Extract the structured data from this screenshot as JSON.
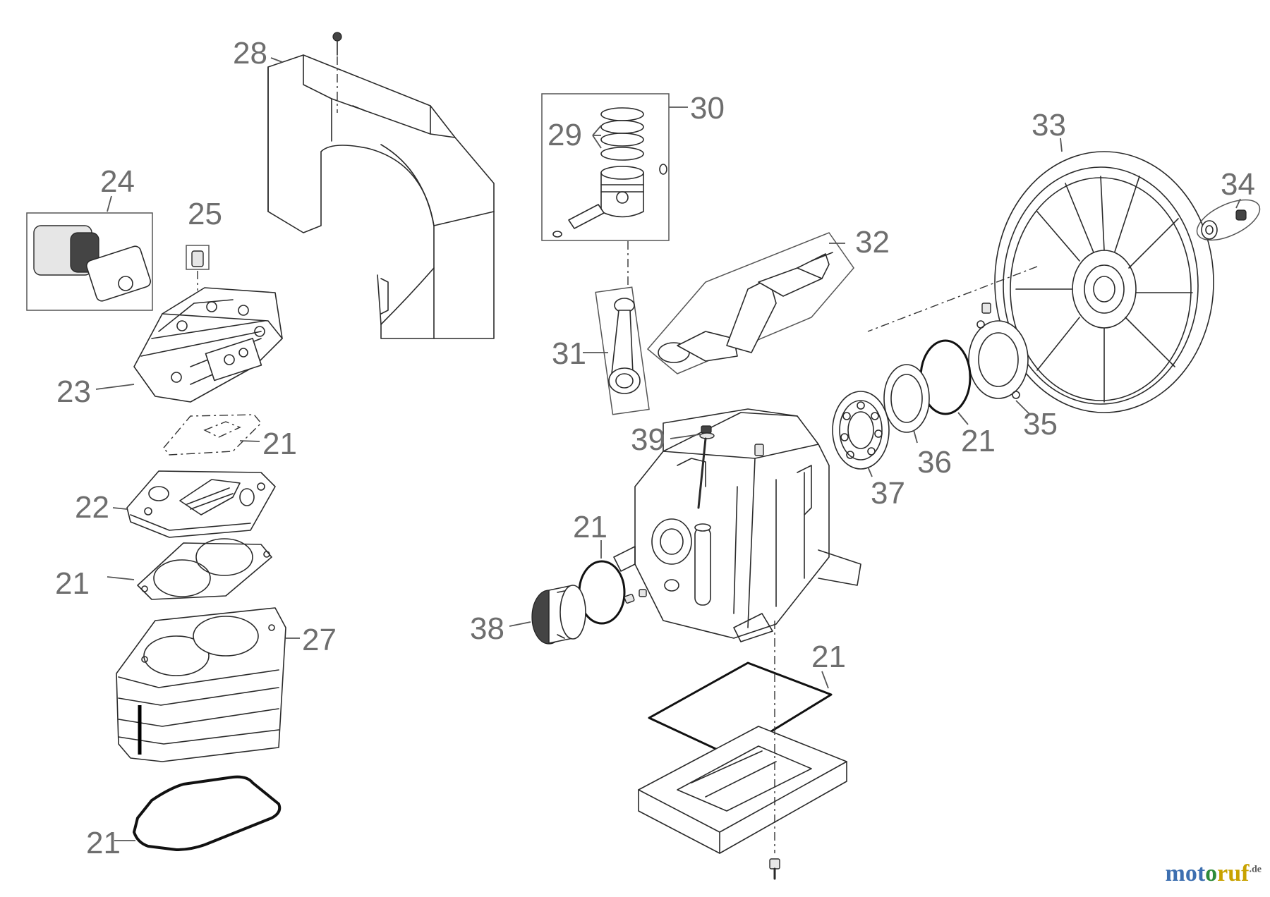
{
  "labels": {
    "p21a": "21",
    "p21b": "21",
    "p21c": "21",
    "p21d": "21",
    "p21e": "21",
    "p21f": "21",
    "p22": "22",
    "p23": "23",
    "p24": "24",
    "p25": "25",
    "p27": "27",
    "p28": "28",
    "p29": "29",
    "p30": "30",
    "p31": "31",
    "p32": "32",
    "p33": "33",
    "p34": "34",
    "p35": "35",
    "p36": "36",
    "p37": "37",
    "p38": "38",
    "p39": "39"
  },
  "watermark": {
    "part1": "mot",
    "part2": "o",
    "part3": "ruf",
    "suffix": ".de"
  }
}
